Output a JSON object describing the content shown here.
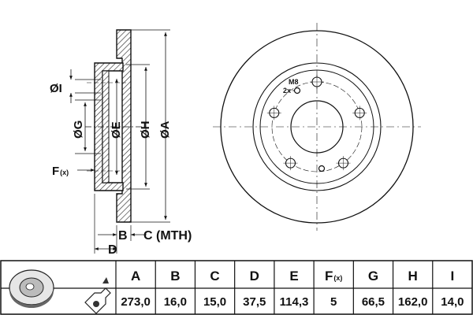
{
  "labels": {
    "dia_i": "ØI",
    "dia_g": "ØG",
    "dia_e": "ØE",
    "dia_h": "ØH",
    "dia_a": "ØA",
    "f_letter": "F",
    "f_suffix": "(x)",
    "b": "B",
    "c": "C (MTH)",
    "d": "D",
    "thread": "M8",
    "thread_count": "2x"
  },
  "table": {
    "columns": [
      {
        "header": "A",
        "value": "273,0"
      },
      {
        "header": "B",
        "value": "16,0"
      },
      {
        "header": "C",
        "value": "15,0"
      },
      {
        "header": "D",
        "value": "37,5"
      },
      {
        "header": "E",
        "value": "114,3"
      },
      {
        "header": "F",
        "suffix": "(x)",
        "value": "5"
      },
      {
        "header": "G",
        "value": "66,5"
      },
      {
        "header": "H",
        "value": "162,0"
      },
      {
        "header": "I",
        "value": "14,0"
      }
    ]
  }
}
